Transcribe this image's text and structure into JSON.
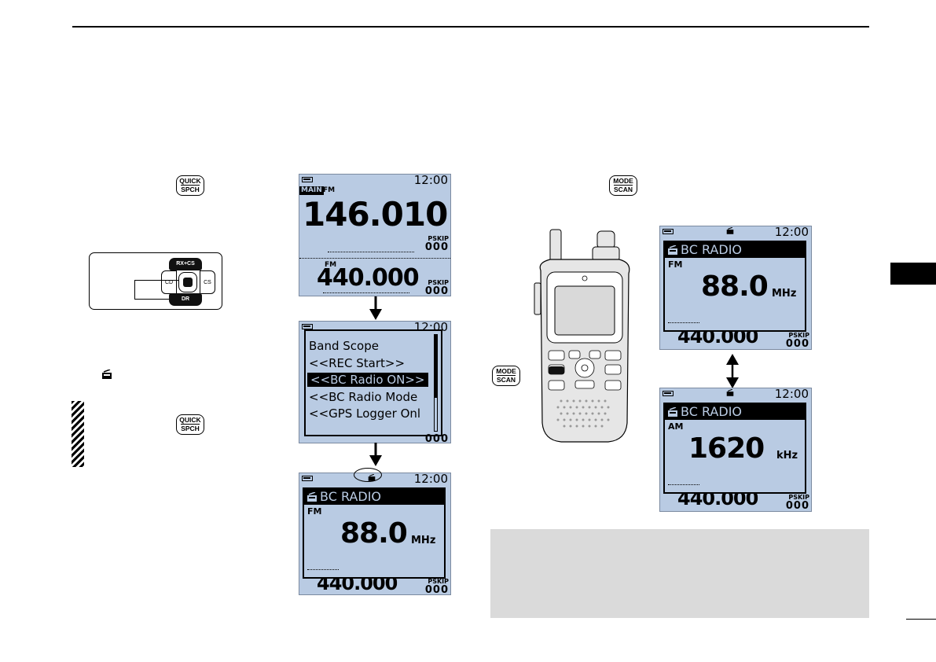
{
  "keys": {
    "quick_spch": [
      "QUICK",
      "SPCH"
    ],
    "mode_scan": [
      "MODE",
      "SCAN"
    ]
  },
  "keypad": {
    "top_key": "RX+CS",
    "bottom_key": "DR",
    "left_key": "CD",
    "right_key": "CS"
  },
  "screen1": {
    "clock": "12:00",
    "main_tag": "MAIN",
    "main_mode": "FM",
    "main_freq": "146.010",
    "main_pskip_label": "PSKIP",
    "main_pskip_value": "000",
    "sub_mode": "FM",
    "sub_freq": "440.000",
    "sub_pskip_label": "PSKIP",
    "sub_pskip_value": "000"
  },
  "screen2": {
    "clock": "12:00",
    "menu_items": [
      "Band Scope",
      "<<REC Start>>",
      "<<BC Radio ON>>",
      "<<BC Radio Mode",
      "<<GPS Logger Onl"
    ],
    "selected_index": 2,
    "sub_pskip_value": "000"
  },
  "screen3": {
    "clock": "12:00",
    "title": "BC RADIO",
    "mode": "FM",
    "freq": "88.0",
    "unit": "MHz",
    "pskip_label": "PSKIP",
    "pskip_value": "000",
    "behind_freq": "440.000"
  },
  "screen4": {
    "clock": "12:00",
    "title": "BC RADIO",
    "mode": "FM",
    "freq": "88.0",
    "unit": "MHz",
    "pskip_label": "PSKIP",
    "pskip_value": "000",
    "behind_freq": "440.000"
  },
  "screen5": {
    "clock": "12:00",
    "title": "BC RADIO",
    "mode": "AM",
    "freq": "1620",
    "unit": "kHz",
    "pskip_label": "PSKIP",
    "pskip_value": "000",
    "behind_freq": "440.000"
  }
}
